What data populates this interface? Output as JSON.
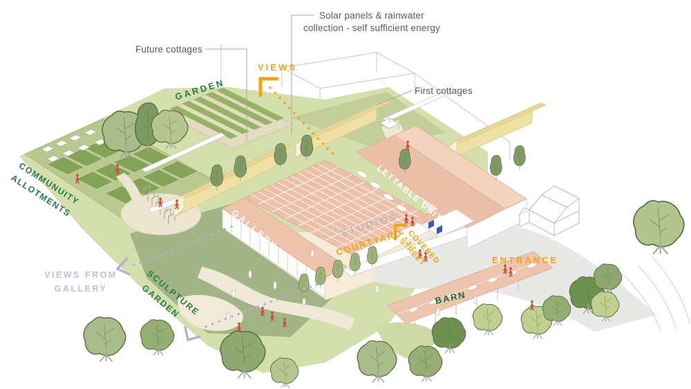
{
  "diagram": {
    "type": "isometric architectural site plan",
    "callouts": {
      "solar_note": "Solar panels & rainwater collection - self sufficient energy",
      "future_cottages": "Future cottages",
      "first_cottages": "First cottages"
    },
    "area_labels": {
      "views": "VIEWS",
      "garden": "GARDEN",
      "community_allotments": [
        "COMMUNUITY",
        "ALLOTMENTS"
      ],
      "gallery": "GALLERY",
      "studios": "STUDIOS",
      "courtyard": "COURTYARD",
      "covered_street": [
        "COVERED",
        "STREET"
      ],
      "lettable_units": "LETTABLE UNITS",
      "entrance": "ENTRANCE",
      "barn": "BARN",
      "views_from_gallery": [
        "VIEWS FROM",
        "GALLERY"
      ],
      "sculpture_garden": [
        "SCULPTURE",
        "GARDEN"
      ]
    },
    "palette": {
      "annotation_gray": "#58595b",
      "accent_orange": "#f2a516",
      "accent_green": "#2a7a4b",
      "barn_text_green": "#1e6b3c",
      "accent_lavender": "#c6bbdf",
      "studios_text": "#a9aecb",
      "roof_salmon": "#ecc0a8",
      "cottage_yellow": "#f4e6ae",
      "lawn_green": "#d5dfae",
      "sculpture_lawn": "#a3b587",
      "allotment_bed_green": "#85a356",
      "path_beige": "#efe8d6",
      "road_gray": "#e8e8e6",
      "figure_red": "#cf4a3a",
      "door_blue": "#3a57c9"
    }
  }
}
